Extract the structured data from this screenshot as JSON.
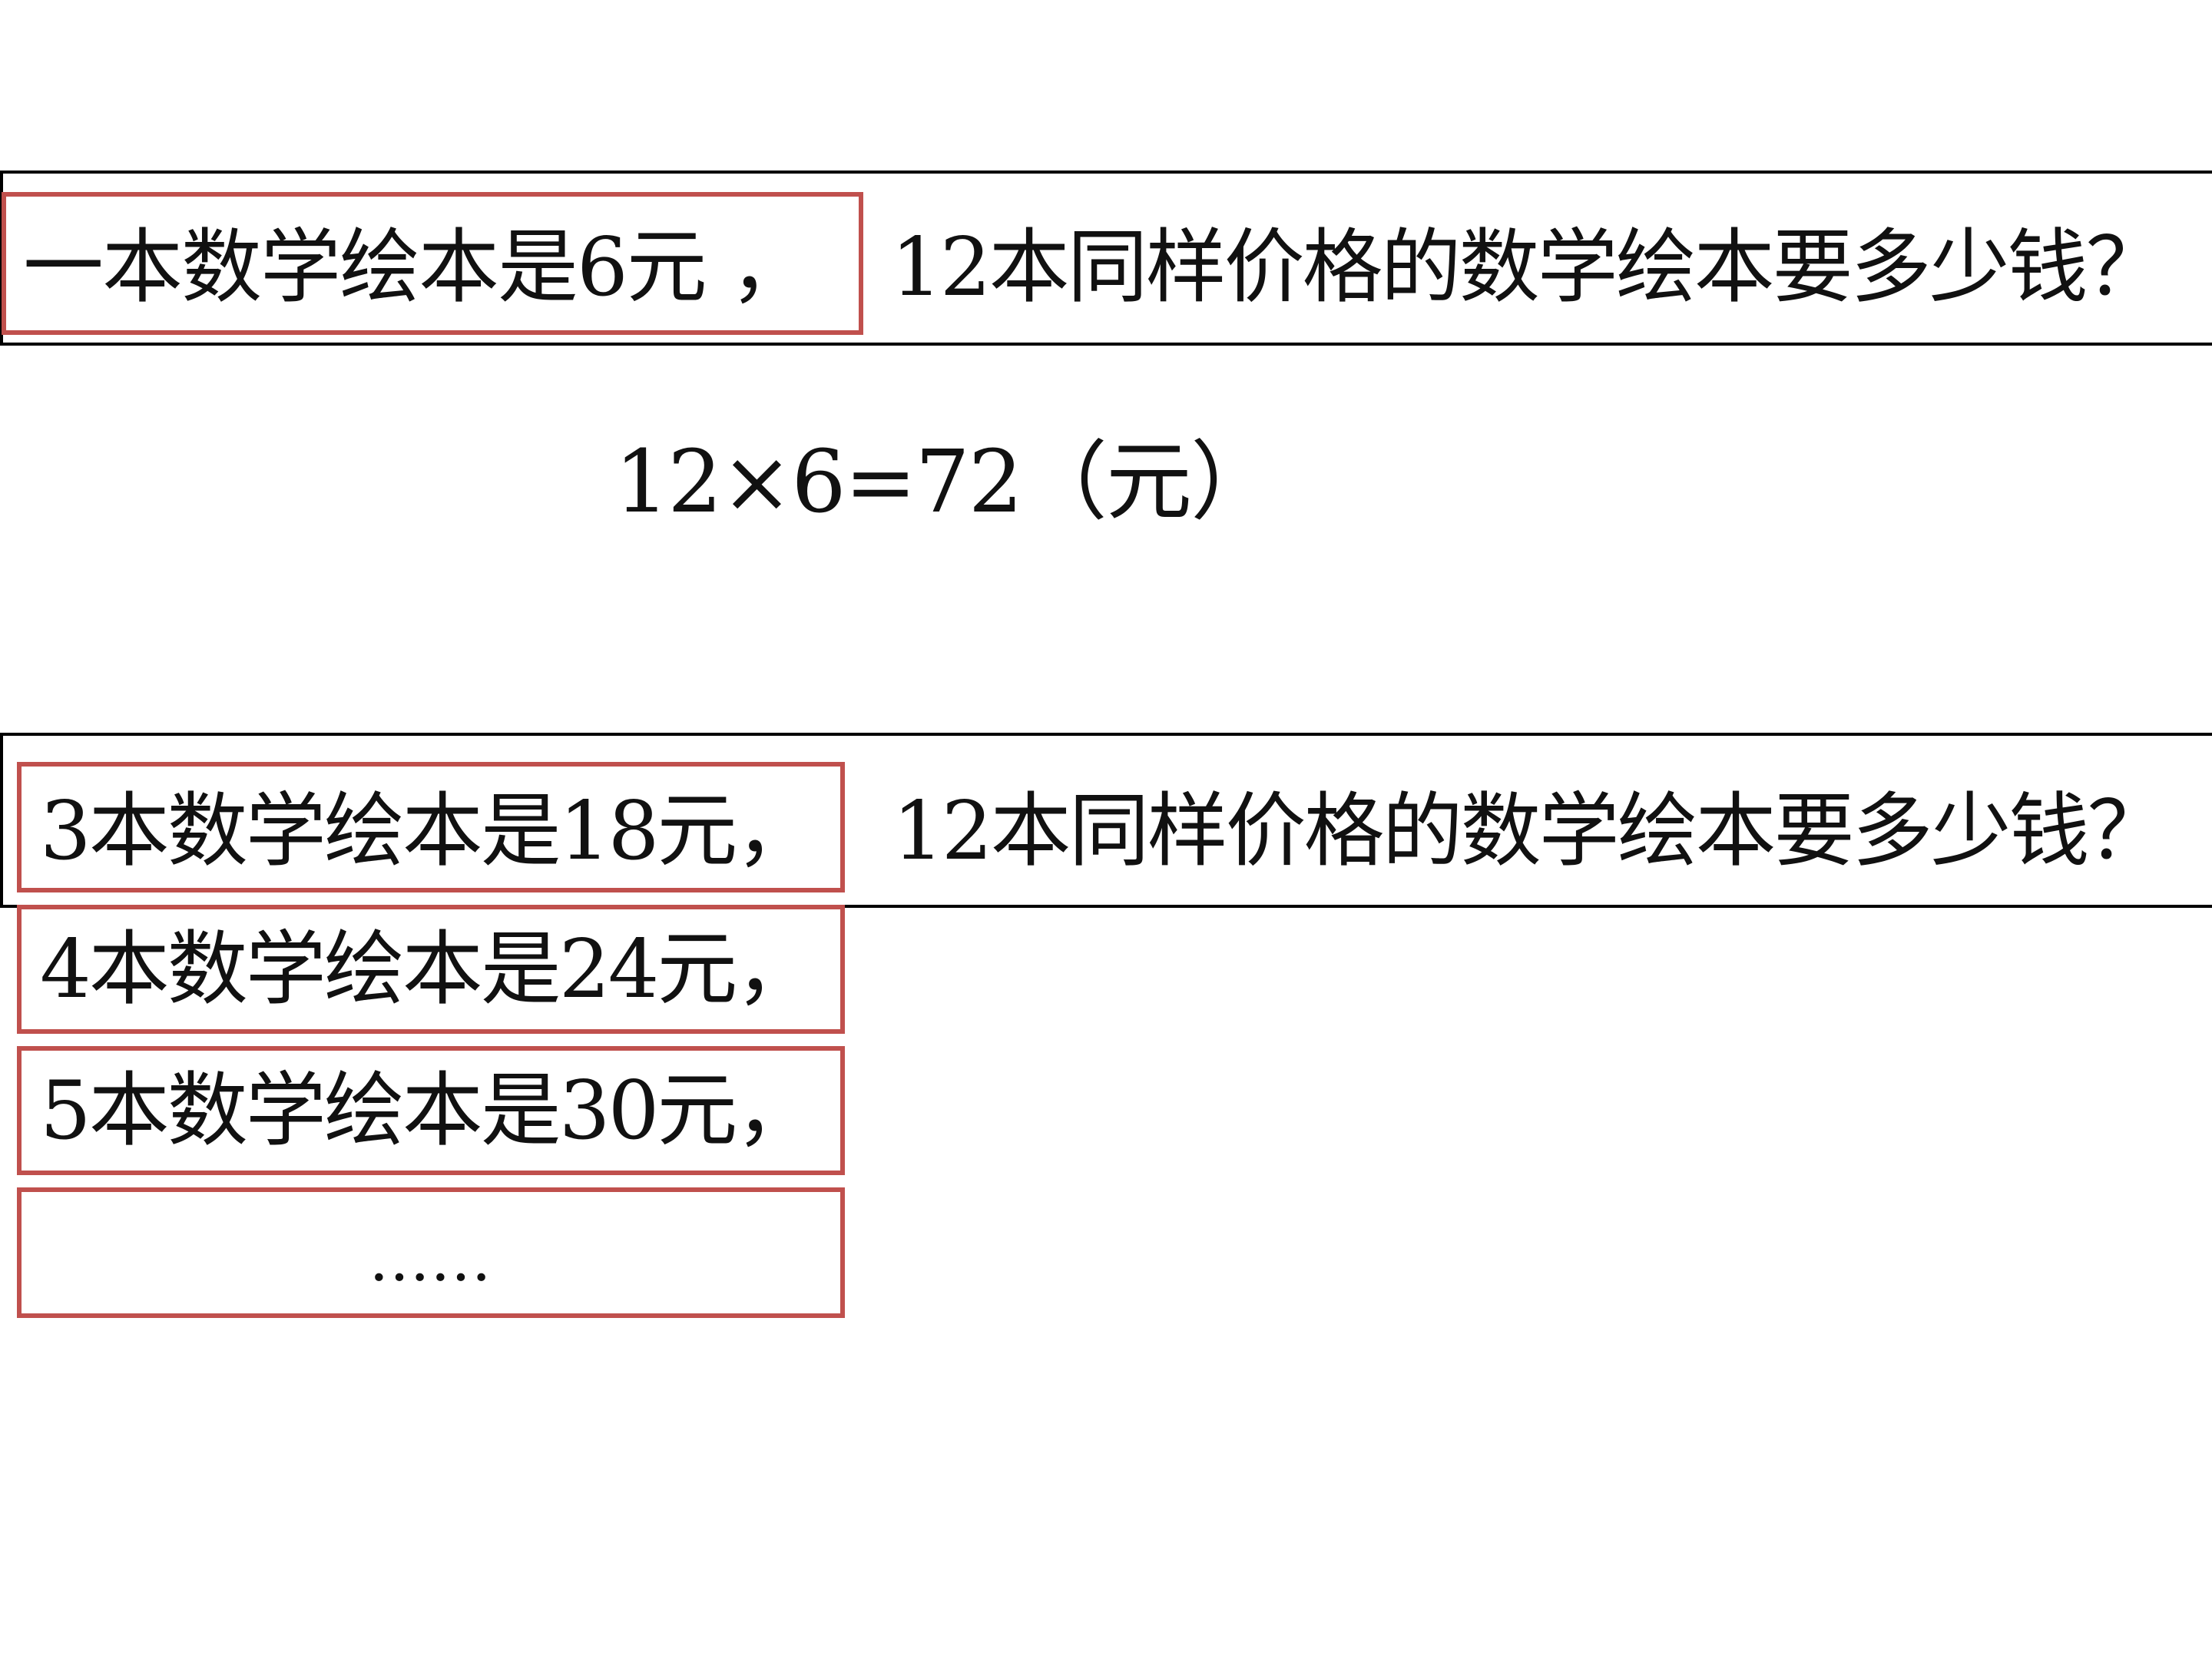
{
  "problem1": {
    "given": "一本数学绘本是6元 ，",
    "question": "12本同样价格的数学绘本要多少钱？"
  },
  "equation": "12×6=72（元）",
  "problem2": {
    "given_items": [
      "3本数学绘本是18元，",
      "4本数学绘本是24元，",
      "5本数学绘本是30元，",
      "……"
    ],
    "question": "12本同样价格的数学绘本要多少钱？"
  },
  "colors": {
    "highlight_border": "#c0504d",
    "frame_border": "#000000",
    "text": "#111111"
  }
}
